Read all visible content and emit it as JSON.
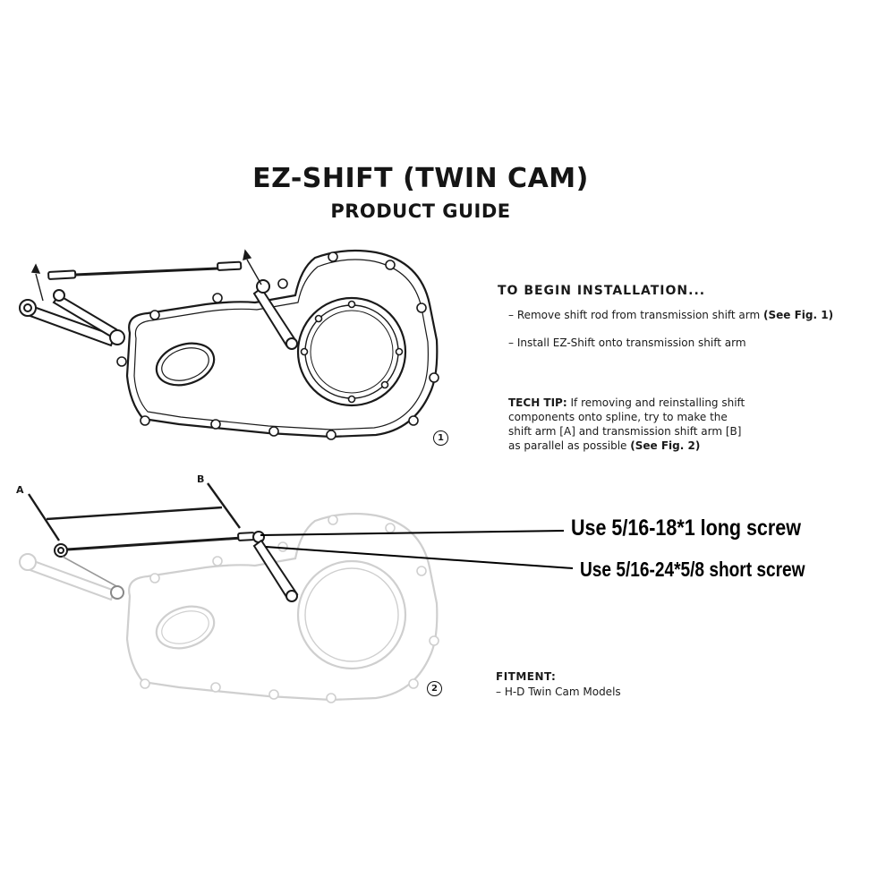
{
  "title": "EZ-SHIFT (TWIN CAM)",
  "subtitle": "PRODUCT GUIDE",
  "install": {
    "heading": "TO BEGIN INSTALLATION...",
    "step1": "– Remove shift rod from transmission shift arm",
    "step1_ref": "(See Fig. 1)",
    "step2": "– Install EZ-Shift onto transmission shift arm"
  },
  "tech_tip": {
    "label": "TECH TIP:",
    "line1": "If removing and reinstalling shift",
    "line2": "components onto spline, try to make the",
    "line3": "shift arm [A] and transmission shift arm [B]",
    "line4": "as parallel as possible",
    "ref": "(See Fig. 2)"
  },
  "figures": {
    "fig1_number": "1",
    "fig2_number": "2",
    "label_a": "A",
    "label_b": "B"
  },
  "screws": {
    "long": "Use 5/16-18*1 long screw",
    "short": "Use 5/16-24*5/8 short screw"
  },
  "fitment": {
    "heading": "FITMENT:",
    "model": "– H-D Twin Cam Models"
  }
}
